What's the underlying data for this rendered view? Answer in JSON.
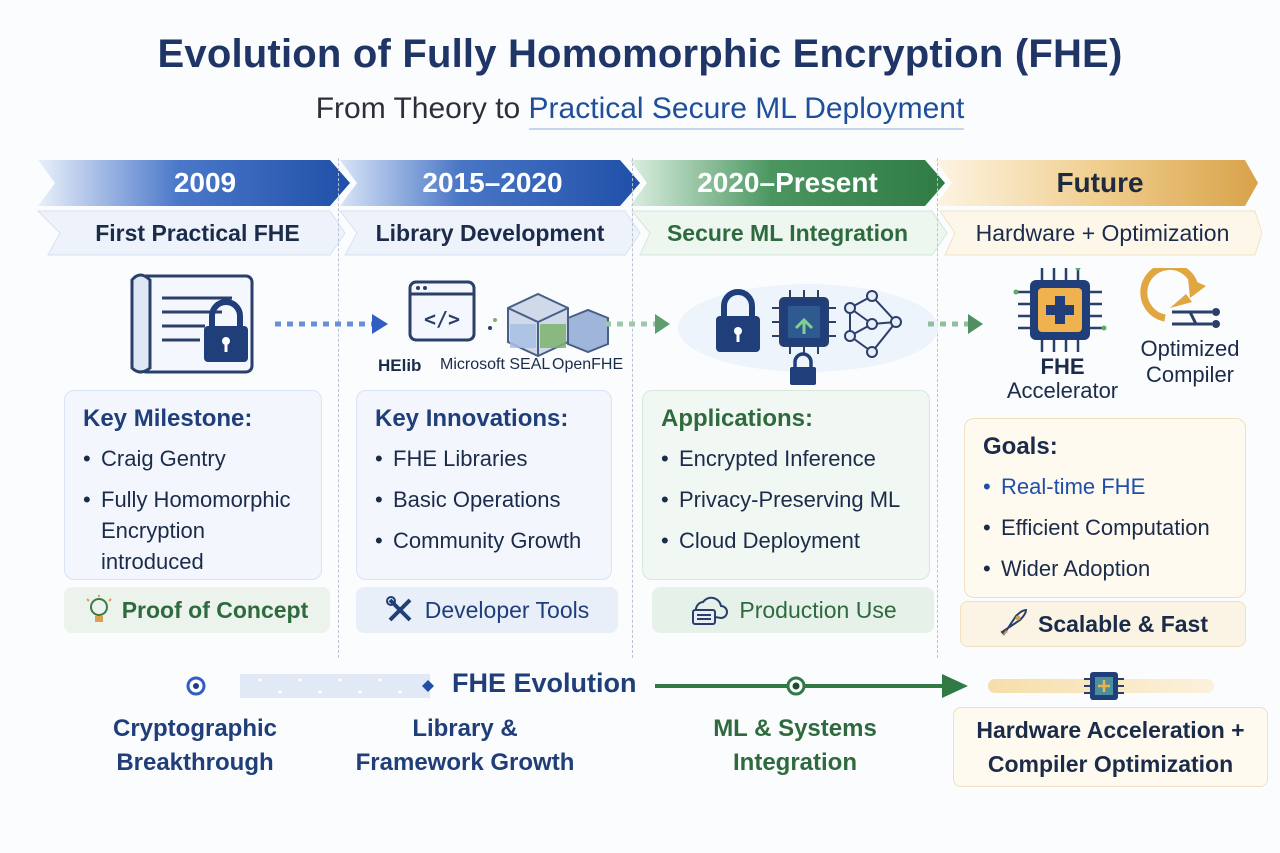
{
  "header": {
    "title": "Evolution of Fully Homomorphic Encryption (FHE)",
    "subtitle_prefix": "From Theory to ",
    "subtitle_highlight": "Practical Secure ML Deployment"
  },
  "phases": [
    {
      "year": "2009",
      "name": "First Practical FHE",
      "panel_title": "Key Milestone:",
      "items": [
        "Craig Gentry",
        "Fully Homomorphic Encryption introduced"
      ],
      "footer": "Proof of Concept",
      "icon": "document-lock-icon",
      "footer_icon": "lightbulb-icon",
      "bottom_label_line1": "Cryptographic",
      "bottom_label_line2": "Breakthrough"
    },
    {
      "year": "2015–2020",
      "name": "Library Development",
      "panel_title": "Key Innovations:",
      "items": [
        "FHE Libraries",
        "Basic Operations",
        "Community Growth"
      ],
      "footer": "Developer Tools",
      "icon": "code-window-icon",
      "footer_icon": "tools-icon",
      "libraries": [
        "HElib",
        "Microsoft SEAL",
        "OpenFHE"
      ],
      "bottom_label_line1": "Library &",
      "bottom_label_line2": "Framework Growth"
    },
    {
      "year": "2020–Present",
      "name": "Secure ML Integration",
      "panel_title": "Applications:",
      "items": [
        "Encrypted Inference",
        "Privacy-Preserving ML",
        "Cloud Deployment"
      ],
      "footer": "Production Use",
      "icon": "lock-chip-network-icon",
      "footer_icon": "cloud-server-icon",
      "bottom_label_line1": "ML & Systems",
      "bottom_label_line2": "Integration"
    },
    {
      "year": "Future",
      "name": "Hardware + Optimization",
      "panel_title": "Goals:",
      "items": [
        "Real-time FHE",
        "Efficient Computation",
        "Wider Adoption"
      ],
      "footer": "Scalable & Fast",
      "icon": "fhe-accelerator-chip-icon",
      "footer_icon": "rocket-icon",
      "accelerator_label_line1": "FHE",
      "accelerator_label_line2": "Accelerator",
      "compiler_label_line1": "Optimized",
      "compiler_label_line2": "Compiler",
      "bottom_label_line1": "Hardware Acceleration +",
      "bottom_label_line2": "Compiler Optimization"
    }
  ],
  "timeline": {
    "label": "FHE Evolution"
  },
  "colors": {
    "blue": "#1f4fa8",
    "blue_light": "#e3ecfa",
    "green": "#2f7a45",
    "green_light": "#e4f1e7",
    "gold": "#d9a24a",
    "gold_light": "#fbefd6",
    "navy": "#1e3566"
  }
}
